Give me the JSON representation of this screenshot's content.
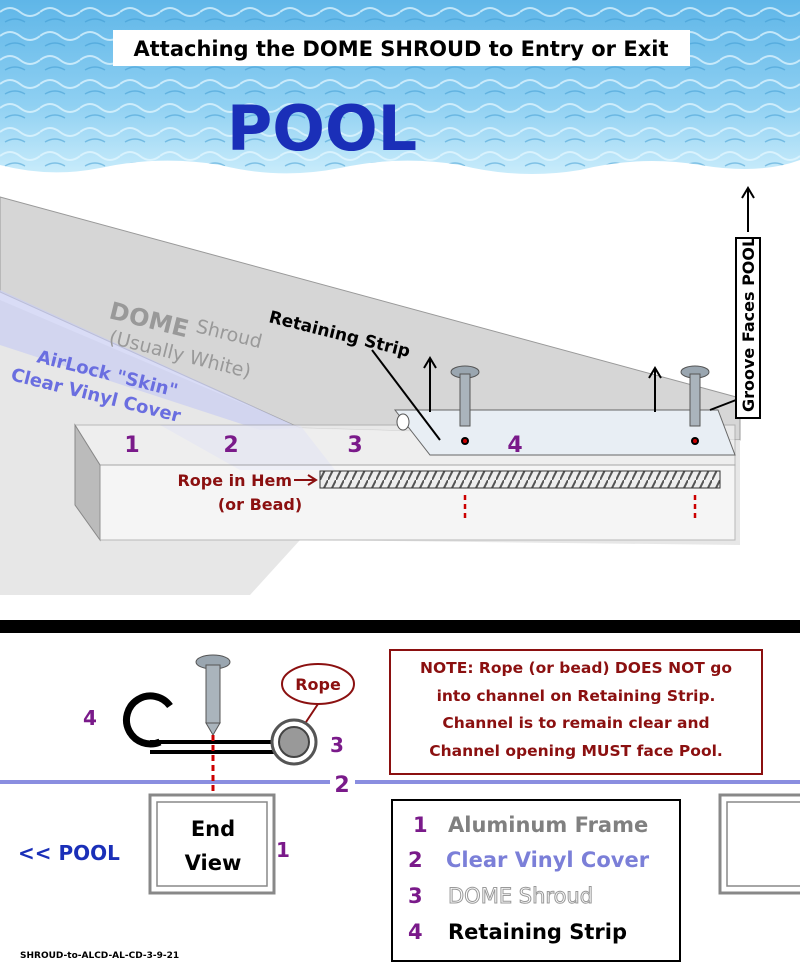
{
  "header": {
    "title": "Attaching the DOME SHROUD to Entry or Exit",
    "pool_label": "POOL"
  },
  "side_view": {
    "dome_label": "DOME",
    "shroud_label": "Shroud",
    "usually_white": "(Usually White)",
    "airlock_line1": "AirLock \"Skin\"",
    "airlock_line2": "Clear Vinyl Cover",
    "retaining_strip": "Retaining Strip",
    "groove_faces": "Groove Faces POOL",
    "rope_in_hem": "Rope in Hem",
    "or_bead": "(or Bead)",
    "numbers": [
      "1",
      "2",
      "3",
      "4"
    ]
  },
  "end_view": {
    "rope_bubble": "Rope",
    "num_4": "4",
    "num_3": "3",
    "num_2": "2",
    "num_1": "1",
    "end_line1": "End",
    "end_line2": "View",
    "pool_dir": "<< POOL",
    "note": [
      "NOTE: Rope (or bead) DOES NOT go",
      "into channel on Retaining Strip.",
      "Channel is to remain clear and",
      "Channel opening MUST face Pool."
    ],
    "legend": [
      {
        "num": "1",
        "label": "Aluminum Frame",
        "color": "#808080"
      },
      {
        "num": "2",
        "label": "Clear Vinyl Cover",
        "color": "#7b7fd8"
      },
      {
        "num": "3",
        "label": "DOME Shroud",
        "color": "#b0b0b0"
      },
      {
        "num": "4",
        "label": "Retaining Strip",
        "color": "#000000"
      }
    ],
    "footer_code": "SHROUD-to-ALCD-AL-CD-3-9-21"
  },
  "colors": {
    "purple": "#7a1a8a",
    "maroon": "#8b1010",
    "pool_blue": "#1a2fb8",
    "vinyl": "#8a8ee0"
  }
}
